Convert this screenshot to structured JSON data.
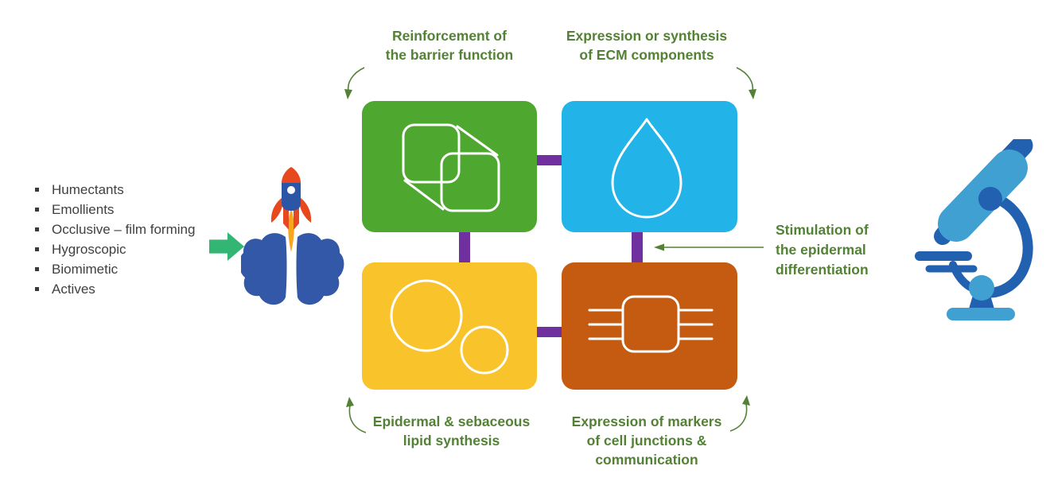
{
  "ingredient_list": {
    "items": [
      "Humectants",
      "Emollients",
      "Occlusive – film forming",
      "Hygroscopic",
      "Biomimetic",
      "Actives"
    ]
  },
  "labels": {
    "top_left": {
      "lines": [
        "Reinforcement of",
        "the barrier function"
      ]
    },
    "top_right": {
      "lines": [
        "Expression or synthesis",
        "of ECM components"
      ]
    },
    "bottom_left": {
      "lines": [
        "Epidermal & sebaceous",
        "lipid synthesis"
      ]
    },
    "bottom_right": {
      "lines": [
        "Expression of markers",
        "of cell junctions &",
        "communication"
      ]
    },
    "right": {
      "lines": [
        "Stimulation of",
        "the epidermal",
        "differentiation"
      ]
    }
  },
  "icons": {
    "list_arrow": "right-block-arrow",
    "left_figure": "rocket-launch",
    "right_figure": "microscope",
    "box_green": "overlapping-squares",
    "box_blue": "water-drop",
    "box_yellow": "lipid-circles",
    "box_orange": "cell-junction-chip"
  },
  "palette": {
    "green_box": "#4EA72E",
    "blue_box": "#22B3E8",
    "yellow_box": "#F9C32B",
    "orange_box": "#C55A11",
    "connector_purple": "#7030A0",
    "label_green": "#538135",
    "block_arrow_green": "#33B573",
    "list_text": "#404040",
    "rocket_blue": "#3458A8",
    "rocket_red": "#E8481E",
    "flame_orange": "#F8A61C",
    "microscope_dark_blue": "#2260B0",
    "microscope_light_blue": "#3FA0D1"
  }
}
